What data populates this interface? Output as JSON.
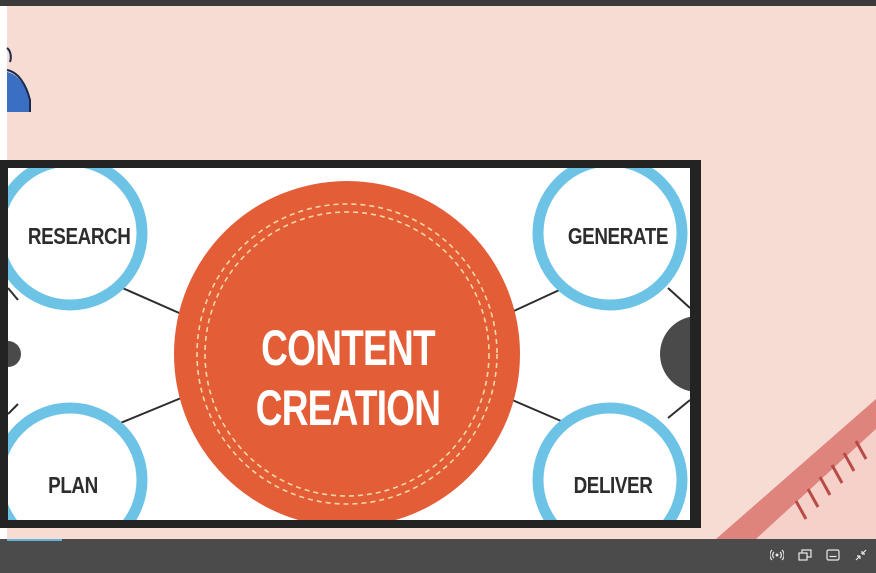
{
  "diagram": {
    "center": "CONTENT\nCREATION",
    "nodes": {
      "research": "RESEARCH",
      "generate": "GENERATE",
      "plan": "PLAN",
      "deliver": "DELIVER"
    }
  },
  "colors": {
    "background": "#f7dcd3",
    "center_circle": "#e35d36",
    "node_ring": "#6cc3e6",
    "dark_node": "#4a4a4a",
    "taskbar": "#4b4b4b"
  },
  "tray": {
    "icons": [
      "broadcast-icon",
      "window-restore-icon",
      "captions-icon",
      "collapse-icon"
    ]
  }
}
